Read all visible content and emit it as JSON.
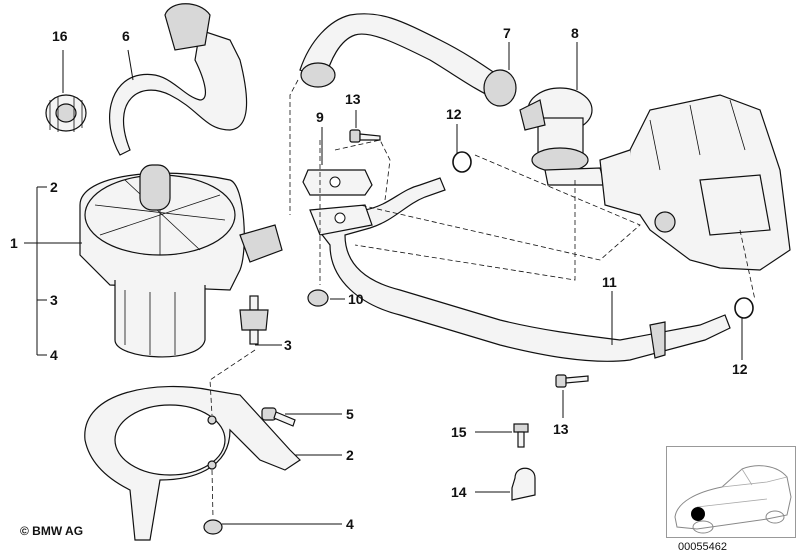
{
  "callouts": [
    {
      "id": "16",
      "label": "16"
    },
    {
      "id": "6",
      "label": "6"
    },
    {
      "id": "2a",
      "label": "2"
    },
    {
      "id": "1",
      "label": "1"
    },
    {
      "id": "3a",
      "label": "3"
    },
    {
      "id": "4a",
      "label": "4"
    },
    {
      "id": "3b",
      "label": "3"
    },
    {
      "id": "5",
      "label": "5"
    },
    {
      "id": "2b",
      "label": "2"
    },
    {
      "id": "4b",
      "label": "4"
    },
    {
      "id": "9",
      "label": "9"
    },
    {
      "id": "13a",
      "label": "13"
    },
    {
      "id": "12a",
      "label": "12"
    },
    {
      "id": "7",
      "label": "7"
    },
    {
      "id": "8",
      "label": "8"
    },
    {
      "id": "10",
      "label": "10"
    },
    {
      "id": "11",
      "label": "11"
    },
    {
      "id": "12b",
      "label": "12"
    },
    {
      "id": "13b",
      "label": "13"
    },
    {
      "id": "15",
      "label": "15"
    },
    {
      "id": "14",
      "label": "14"
    }
  ],
  "footer": {
    "copyright": "© BMW AG",
    "catalog_number": "00055462"
  }
}
